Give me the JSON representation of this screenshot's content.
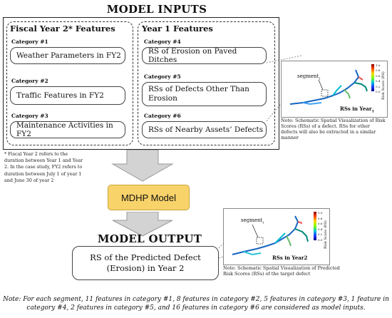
{
  "inputs_title": "MODEL INPUTS",
  "left_panel": {
    "title": "Fiscal Year 2* Features",
    "categories": [
      {
        "label": "Category #1",
        "text": "Weather Parameters in FY2"
      },
      {
        "label": "Category #2",
        "text": "Traffic Features in FY2"
      },
      {
        "label": "Category #3",
        "text": "Maintenance Activities in FY2"
      }
    ]
  },
  "right_panel": {
    "title": "Year 1 Features",
    "categories": [
      {
        "label": "Category #4",
        "text": "RS of Erosion on Paved Ditches"
      },
      {
        "label": "Category #5",
        "text_line1": "RSs of Defects Other Than",
        "text_line2": "Erosion"
      },
      {
        "label": "Category #6",
        "text": "RSs of Nearby Assets’ Defects"
      }
    ]
  },
  "map1": {
    "segment_label": "segment",
    "segment_sub": "i",
    "caption": "RSs in Year",
    "caption_sub": "1",
    "colorbar_label": "Risk Score (RS)",
    "ticks": [
      "1.0",
      "0.8",
      "0.6",
      "0.4",
      "0.2",
      "0.0"
    ],
    "note": "Note: Schematic Spatial Visualization of Risk Scores (RSs) of a defect. RSs for other defects will also be extracted in a similar manner"
  },
  "fy_note": "* Fiscal Year 2 refers to the duration between Year 1 and Year 2. In the case study, FY2 refers to duration between July 1 of year 1 and June 30 of year 2",
  "model_label": "MDHP Model",
  "output_title": "MODEL OUTPUT",
  "output_box": {
    "line1": "RS of the Predicted Defect",
    "line2": "(Erosion) in Year 2"
  },
  "map2": {
    "segment_label": "segment",
    "segment_sub": "i",
    "caption": "RSs in Year2",
    "colorbar_label": "Risk Score (RS)",
    "ticks": [
      "1.0",
      "0.8",
      "0.6",
      "0.4",
      "0.2",
      "0.0"
    ],
    "note": "Note: Schematic Spatial Visualization of Predicted Risk Scores (RSs) of the target defect"
  },
  "footer": {
    "line1": "Note: For each segment, 11 features in category #1, 8 features in category #2, 5 features in category #3, 1 feature in",
    "line2": "category #4, 2 features in category #5, and 16 features in category #6 are considered as model inputs."
  }
}
